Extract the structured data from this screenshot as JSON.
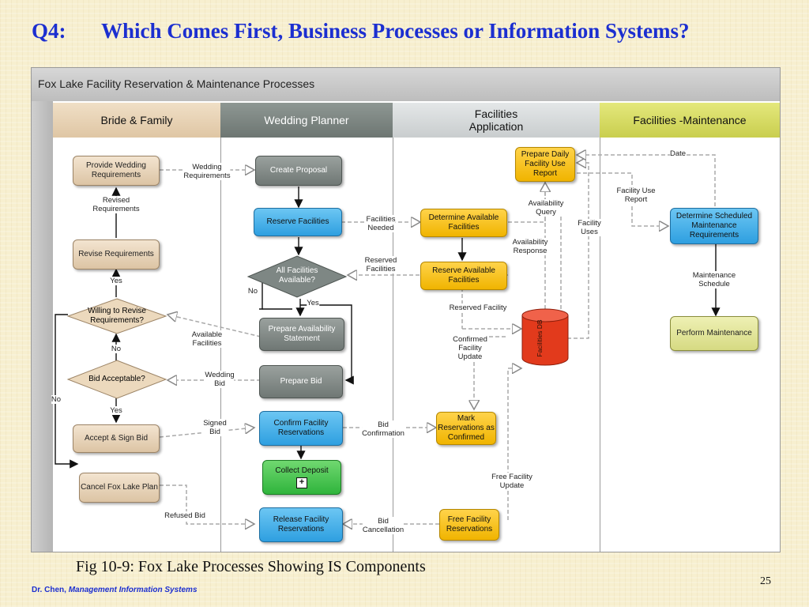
{
  "slide": {
    "question_number": "Q4:",
    "title": "Which Comes First, Business Processes or Information Systems?",
    "caption": "Fig 10-9: Fox Lake Processes Showing IS Components",
    "page_number": "25",
    "footer_author": "Dr. Chen,",
    "footer_course": "Management Information Systems"
  },
  "diagram": {
    "title": "Fox Lake Facility Reservation & Maintenance Processes",
    "lanes": {
      "bride": "Bride & Family",
      "planner": "Wedding Planner",
      "facilities_app": "Facilities\nApplication",
      "maintenance": "Facilities -Maintenance"
    },
    "colors": {
      "bride_lane": "#e9d3b7",
      "planner_lane": "#7f8884",
      "facilities_lane": "#d6dadb",
      "maintenance_lane": "#d7dc6c",
      "title_blue": "#1c2fd0",
      "db_red": "#e23a1c"
    },
    "nodes": {
      "provide_wedding_req": "Provide Wedding Requirements",
      "revise_req": "Revise Requirements",
      "willing_revise": "Willing to Revise Requirements?",
      "bid_acceptable": "Bid Acceptable?",
      "accept_sign_bid": "Accept & Sign Bid",
      "cancel_plan": "Cancel Fox Lake Plan",
      "create_proposal": "Create Proposal",
      "reserve_facilities": "Reserve Facilities",
      "all_available": "All Facilities Available?",
      "prepare_availability": "Prepare Availability Statement",
      "prepare_bid": "Prepare Bid",
      "confirm_reservations": "Confirm Facility Reservations",
      "collect_deposit": "Collect Deposit",
      "release_reservations": "Release Facility Reservations",
      "prepare_daily_report": "Prepare Daily Facility Use Report",
      "determine_available": "Determine Available Facilities",
      "reserve_available": "Reserve Available Facilities",
      "facilities_db": "Facilities DB",
      "mark_confirmed": "Mark Reservations as Confirmed",
      "free_reservations": "Free Facility Reservations",
      "determine_scheduled": "Determine Scheduled Maintenance Requirements",
      "perform_maintenance": "Perform Maintenance"
    },
    "flow_labels": {
      "wedding_requirements": "Wedding\nRequirements",
      "revised_requirements": "Revised\nRequirements",
      "yes_revise": "Yes",
      "no_revise": "No",
      "yes_accept": "Yes",
      "no_cancel": "No",
      "facilities_needed": "Facilities\nNeeded",
      "reserved_facilities": "Reserved\nFacilities",
      "no_available": "No",
      "yes_available": "Yes",
      "available_facilities": "Available\nFacilities",
      "wedding_bid": "Wedding\nBid",
      "signed_bid": "Signed\nBid",
      "bid_confirmation": "Bid\nConfirmation",
      "refused_bid": "Refused Bid",
      "bid_cancellation": "Bid\nCancellation",
      "availability_query": "Availability\nQuery",
      "availability_response": "Availability\nResponse",
      "facility_uses": "Facility\nUses",
      "reserved_facility": "Reserved Facility",
      "confirmed_facility_update": "Confirmed\nFacility\nUpdate",
      "free_facility_update": "Free Facility\nUpdate",
      "date": "Date",
      "facility_use_report": "Facility Use\nReport",
      "maintenance_schedule": "Maintenance\nSchedule"
    }
  }
}
